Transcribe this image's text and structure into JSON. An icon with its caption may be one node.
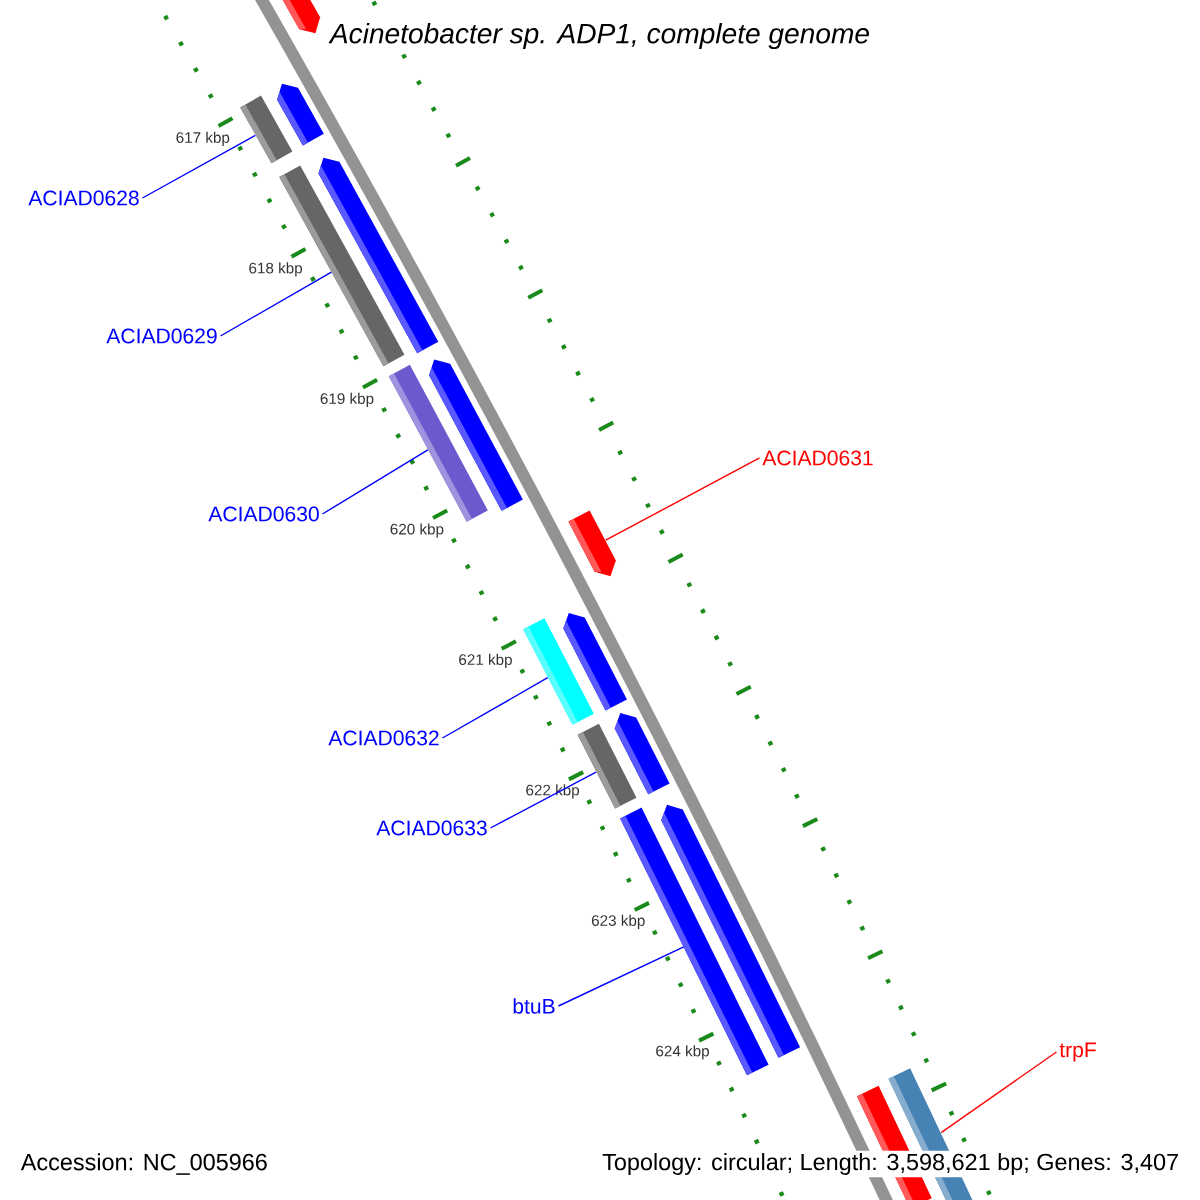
{
  "diagram": {
    "title": "Acinetobacter sp. ADP1, complete genome",
    "nodes": [
      {
        "text": [
          "ACIAD0628"
        ]
      },
      {
        "text": [
          "ACIAD0629"
        ]
      },
      {
        "text": [
          "ACIAD0630"
        ]
      },
      {
        "text": [
          "ACIAD0631"
        ]
      },
      {
        "text": [
          "ACIAD0632"
        ]
      },
      {
        "text": [
          "ACIAD0633"
        ]
      },
      {
        "text": [
          "btuB"
        ]
      },
      {
        "text": [
          "trpF"
        ]
      },
      {
        "text": [],
        "shape": "bar"
      },
      {
        "text": [],
        "shape": "bar"
      },
      {
        "text": [],
        "shape": "bar"
      },
      {
        "text": [],
        "shape": "bar"
      },
      {
        "text": [],
        "shape": "bar"
      },
      {
        "text": [],
        "shape": "bar"
      },
      {
        "text": [],
        "shape": "bar"
      },
      {
        "text": [],
        "shape": "bar"
      },
      {
        "text": [],
        "shape": "bar"
      },
      {
        "text": [],
        "shape": "bar"
      },
      {
        "text": [],
        "shape": "bar"
      },
      {
        "text": [],
        "shape": "bar"
      },
      {
        "text": [],
        "shape": "bar"
      },
      {
        "text": [],
        "shape": "bar"
      },
      {
        "text": [],
        "shape": "bar"
      },
      {
        "text": [],
        "shape": "bar"
      }
    ],
    "edges": [
      {
        "from": 0,
        "to": 9,
        "arrow": "none"
      },
      {
        "from": 1,
        "to": 11,
        "arrow": "none"
      },
      {
        "from": 2,
        "to": 13,
        "arrow": "none"
      },
      {
        "from": 3,
        "to": 15,
        "arrow": "none",
        "color": "#ff0000"
      },
      {
        "from": 4,
        "to": 16,
        "arrow": "none"
      },
      {
        "from": 5,
        "to": 18,
        "arrow": "none"
      },
      {
        "from": 6,
        "to": 20,
        "arrow": "none"
      },
      {
        "from": 7,
        "to": 23,
        "arrow": "none",
        "color": "#ff0000"
      }
    ],
    "labels": [
      "617 kbp",
      "618 kbp",
      "619 kbp",
      "620 kbp",
      "621 kbp",
      "622 kbp",
      "623 kbp",
      "624 kbp",
      "Accession: NC_005966",
      "Topology: circular; Length: 3,598,621 bp; Genes: 3,407"
    ]
  }
}
